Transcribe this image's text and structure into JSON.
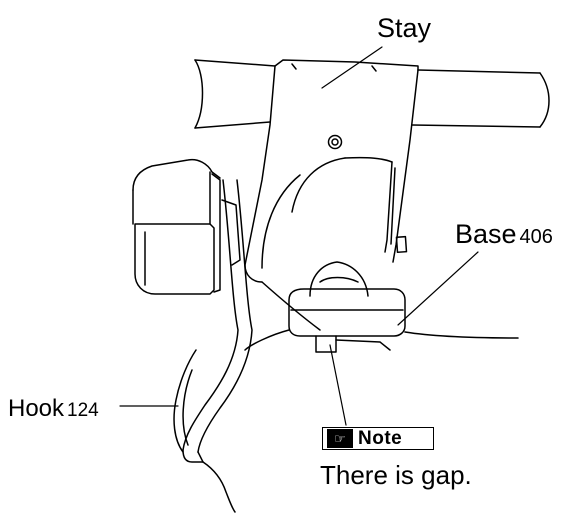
{
  "labels": {
    "stay": "Stay",
    "base": "Base",
    "base_number": "406",
    "hook": "Hook",
    "hook_number": "124"
  },
  "note": {
    "icon": "hand-pointing-icon",
    "title": "Note",
    "text": "There is gap."
  },
  "colors": {
    "line": "#000000",
    "background": "#ffffff"
  }
}
